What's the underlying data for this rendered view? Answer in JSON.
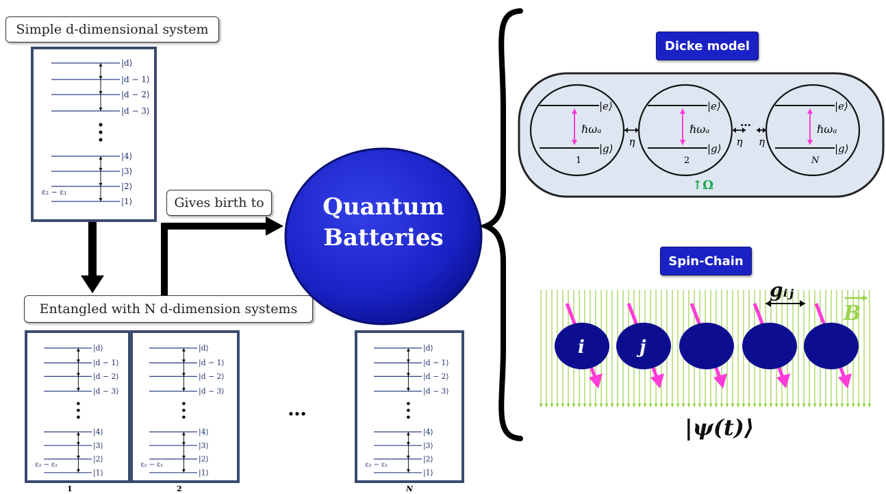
{
  "labels": {
    "simple": "Simple d-dimensional system",
    "entangled": "Entangled with N d-dimension systems",
    "gives_birth": "Gives birth to",
    "qb_line1": "Quantum",
    "qb_line2": "Batteries",
    "dicke": "Dicke model",
    "spin": "Spin-Chain"
  },
  "levels": [
    "|d⟩",
    "|d − 1⟩",
    "|d − 2⟩",
    "|d − 3⟩",
    "|4⟩",
    "|3⟩",
    "|2⟩",
    "|1⟩"
  ],
  "energy_gap": "ε₂ − ε₁",
  "bottom_panels": [
    "1",
    "2",
    "N"
  ],
  "ellipsis": "…",
  "dicke_atoms": {
    "excited": "|e⟩",
    "ground": "|g⟩",
    "freq": "ℏωₐ",
    "indices": [
      "1",
      "2",
      "N"
    ],
    "coupling": "η",
    "omega": "↑Ω"
  },
  "spin_chain": {
    "site_labels": [
      "i",
      "j",
      "",
      "",
      ""
    ],
    "coupling": "gᵢⱼ",
    "field": "B",
    "state": "|ψ(t)⟩"
  },
  "colors": {
    "battery_blue": "#1a22c6",
    "spin_blue": "#0d0e8f",
    "magenta": "#ff3bd8",
    "field_green": "#9ad34a",
    "panel_bg": "#dde6f1",
    "omega_green": "#1aa84a"
  }
}
